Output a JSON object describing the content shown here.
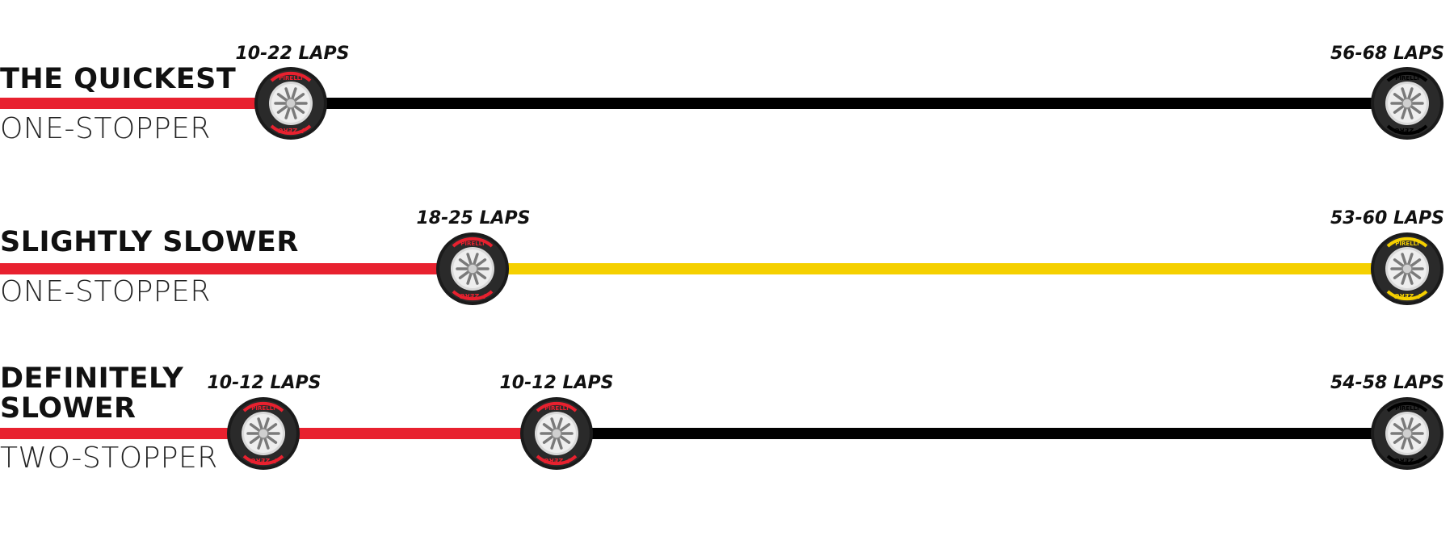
{
  "compound_colors": {
    "soft": "#e8212f",
    "medium": "#f5d000",
    "hard": "#000000"
  },
  "tyre_text": {
    "brand": "PIRELLI",
    "model": "P ZERO"
  },
  "strategies": [
    {
      "title": "THE QUICKEST",
      "subtitle": "ONE-STOPPER",
      "segments": [
        "soft",
        "hard"
      ],
      "stops": [
        {
          "compound": "soft",
          "laps": "10-22 LAPS"
        },
        {
          "compound": "hard",
          "laps": "56-68 LAPS"
        }
      ]
    },
    {
      "title": "SLIGHTLY SLOWER",
      "subtitle": "ONE-STOPPER",
      "segments": [
        "soft",
        "medium"
      ],
      "stops": [
        {
          "compound": "soft",
          "laps": "18-25 LAPS"
        },
        {
          "compound": "medium",
          "laps": "53-60 LAPS"
        }
      ]
    },
    {
      "title": "DEFINITELY\nSLOWER",
      "subtitle": "TWO-STOPPER",
      "segments": [
        "soft",
        "soft",
        "hard"
      ],
      "stops": [
        {
          "compound": "soft",
          "laps": "10-12 LAPS"
        },
        {
          "compound": "soft",
          "laps": "10-12 LAPS"
        },
        {
          "compound": "hard",
          "laps": "54-58 LAPS"
        }
      ]
    }
  ]
}
